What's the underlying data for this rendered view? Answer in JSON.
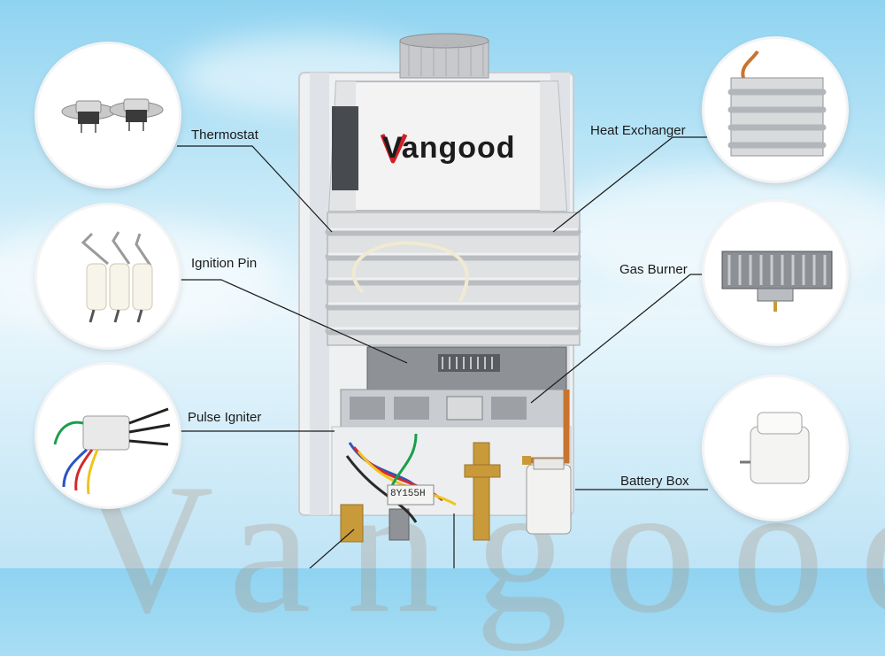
{
  "product": {
    "brand": "Vangood",
    "rating_plate": "8Y155H",
    "watermark": "Vangood"
  },
  "callouts": {
    "thermostat": "Thermostat",
    "ignition_pin": "Ignition Pin",
    "pulse_igniter": "Pulse Igniter",
    "heat_exchanger": "Heat Exchanger",
    "gas_burner": "Gas Burner",
    "battery_box": "Battery Box"
  },
  "colors": {
    "sky_top": "#8fd3f1",
    "sky_mid": "#e9f6fc",
    "brand_red": "#d21f26",
    "brand_dark": "#1c1c1c",
    "copper": "#c8742f",
    "brass": "#c99a3a"
  }
}
